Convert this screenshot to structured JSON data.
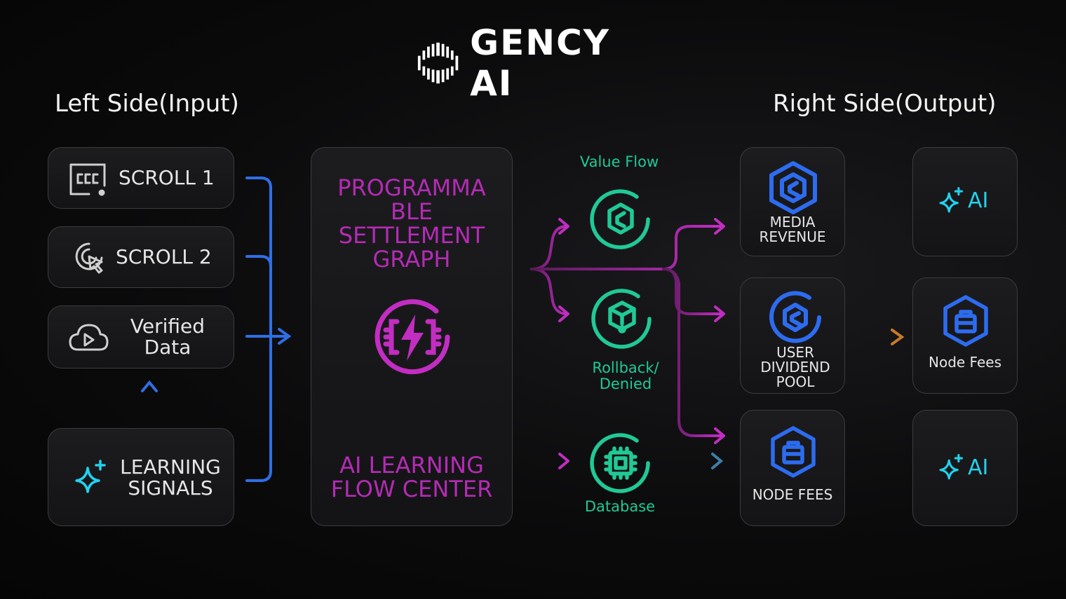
{
  "brand": {
    "name": "GENCY AI",
    "logo_icon": "gency-logo-icon"
  },
  "left_title": "Left Side(Input)",
  "right_title": "Right Side(Output)",
  "inputs": [
    {
      "label": "SCROLL 1",
      "icon": "scroll-frame-icon"
    },
    {
      "label": "SCROLL 2",
      "icon": "click-cursor-icon"
    },
    {
      "label_lines": [
        "Verified",
        "Data"
      ],
      "icon": "cloud-play-icon"
    },
    {
      "label_lines": [
        "LEARNING",
        "SIGNALS"
      ],
      "icon": "sparkle-icon"
    }
  ],
  "center": {
    "top_lines": [
      "PROGRAMMA",
      "BLE",
      "SETTLEMENT",
      "GRAPH"
    ],
    "bottom_lines": [
      "AI LEARNING",
      "FLOW CENTER"
    ],
    "icon": "lightning-chip-icon"
  },
  "flow_nodes": [
    {
      "label": "Value Flow",
      "icon": "hex-coin-icon"
    },
    {
      "label_lines": [
        "Rollback/",
        "Denied"
      ],
      "icon": "cube-return-icon"
    },
    {
      "label": "Database",
      "icon": "chip-icon"
    }
  ],
  "outputs": [
    {
      "label_lines": [
        "MEDIA",
        "REVENUE"
      ],
      "icon": "hex-coin-icon"
    },
    {
      "label_lines": [
        "USER",
        "DIVIDEND",
        "POOL"
      ],
      "icon": "hex-coin-icon"
    },
    {
      "label": "NODE FEES",
      "icon": "hex-lock-icon"
    }
  ],
  "far_outputs": [
    {
      "label": "AI",
      "icon": "sparkle-icon"
    },
    {
      "label": "Node Fees",
      "icon": "hex-lock-icon"
    },
    {
      "label": "AI",
      "icon": "sparkle-icon"
    }
  ],
  "colors": {
    "input_wire": "#2f6fe6",
    "magenta": "#b52bb5",
    "green": "#20c995",
    "blue_icon": "#2d6cf0",
    "cyan": "#22d2ee",
    "orange": "#c77a28"
  }
}
